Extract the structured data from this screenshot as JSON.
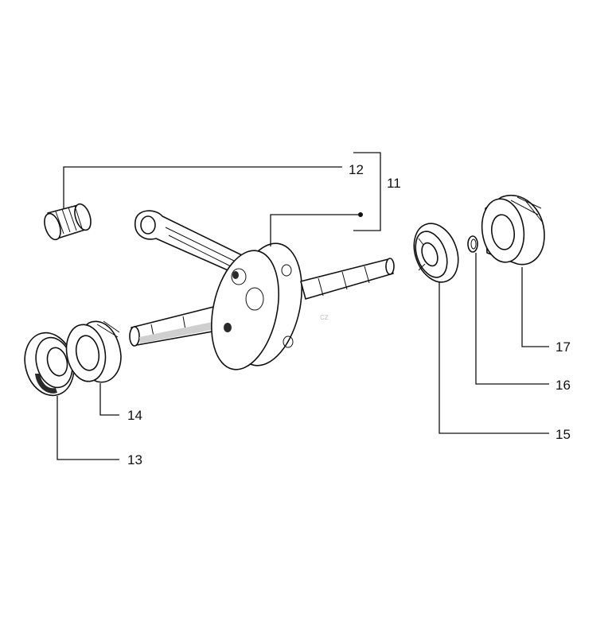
{
  "diagram": {
    "callouts": [
      {
        "id": "c11",
        "label": "11"
      },
      {
        "id": "c12",
        "label": "12"
      },
      {
        "id": "c13",
        "label": "13"
      },
      {
        "id": "c14",
        "label": "14"
      },
      {
        "id": "c15",
        "label": "15"
      },
      {
        "id": "c16",
        "label": "16"
      },
      {
        "id": "c17",
        "label": "17"
      }
    ],
    "watermark": "cz"
  }
}
